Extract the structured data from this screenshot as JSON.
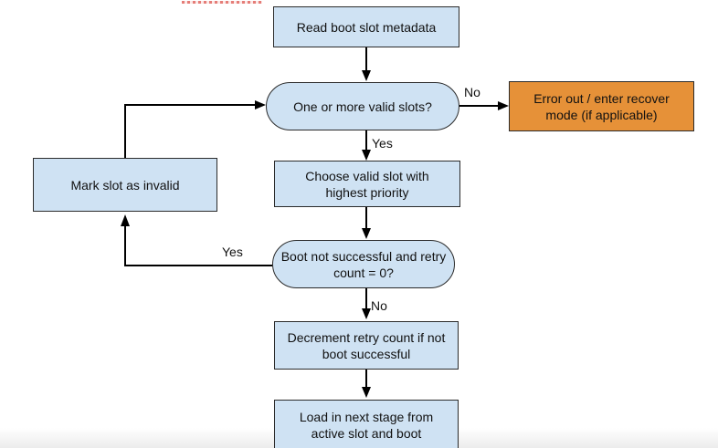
{
  "diagram": {
    "type": "flowchart",
    "subject": "Boot slot selection / A-B boot retry logic"
  },
  "colors": {
    "page_bg": "#ffffff",
    "node_fill": "#cfe2f3",
    "node_border": "#2b2b2b",
    "error_fill": "#e69138",
    "arrow": "#000000",
    "text": "#111111",
    "dotted_mark": "#e57d78"
  },
  "nodes": [
    {
      "id": "read-boot-slot-metadata",
      "type": "process",
      "label": "Read boot slot metadata"
    },
    {
      "id": "one-or-more-valid-slots",
      "type": "decision",
      "label": "One or more valid slots?"
    },
    {
      "id": "error-out-recover-mode",
      "type": "error",
      "label": "Error out / enter recover mode (if applicable)"
    },
    {
      "id": "choose-valid-slot",
      "type": "process",
      "label": "Choose valid slot with highest priority"
    },
    {
      "id": "boot-not-successful",
      "type": "decision",
      "label": "Boot not successful and retry count = 0?"
    },
    {
      "id": "mark-slot-invalid",
      "type": "process",
      "label": "Mark slot as invalid"
    },
    {
      "id": "decrement-retry-count",
      "type": "process",
      "label": "Decrement retry count if not boot successful"
    },
    {
      "id": "load-next-stage",
      "type": "process",
      "label": "Load in next stage from active slot and boot"
    }
  ],
  "edges": [
    {
      "from": "read-boot-slot-metadata",
      "to": "one-or-more-valid-slots",
      "label": ""
    },
    {
      "from": "one-or-more-valid-slots",
      "to": "error-out-recover-mode",
      "label": "No"
    },
    {
      "from": "one-or-more-valid-slots",
      "to": "choose-valid-slot",
      "label": "Yes"
    },
    {
      "from": "choose-valid-slot",
      "to": "boot-not-successful",
      "label": ""
    },
    {
      "from": "boot-not-successful",
      "to": "mark-slot-invalid",
      "label": "Yes"
    },
    {
      "from": "boot-not-successful",
      "to": "decrement-retry-count",
      "label": "No"
    },
    {
      "from": "decrement-retry-count",
      "to": "load-next-stage",
      "label": ""
    },
    {
      "from": "mark-slot-invalid",
      "to": "one-or-more-valid-slots",
      "label": ""
    }
  ]
}
